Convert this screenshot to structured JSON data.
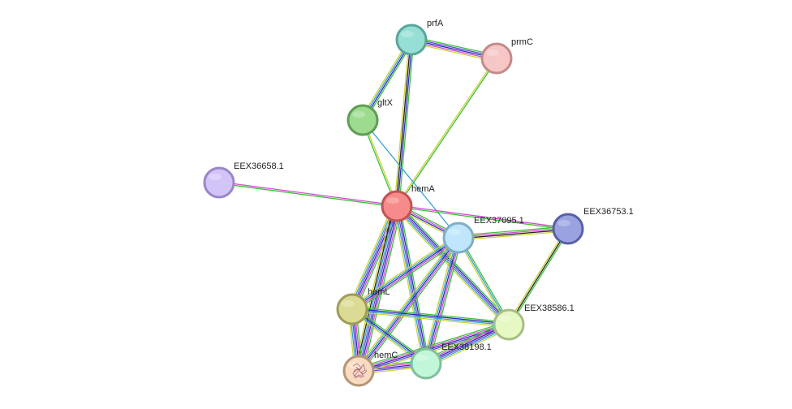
{
  "network": {
    "nodes": [
      {
        "id": "prfA",
        "label": "prfA",
        "fill": "#95dfd4",
        "stroke": "#5aa59b"
      },
      {
        "id": "prmC",
        "label": "prmC",
        "fill": "#f7c6c6",
        "stroke": "#c48a8a"
      },
      {
        "id": "gltX",
        "label": "gltX",
        "fill": "#9ddc8f",
        "stroke": "#5e9d54"
      },
      {
        "id": "EEX36658.1",
        "label": "EEX36658.1",
        "fill": "#d3c4f8",
        "stroke": "#9a86c8"
      },
      {
        "id": "hemA",
        "label": "hemA",
        "fill": "#f78a8a",
        "stroke": "#c45252"
      },
      {
        "id": "EEX37095.1",
        "label": "EEX37095.1",
        "fill": "#bfe6fa",
        "stroke": "#7eaec7"
      },
      {
        "id": "EEX36753.1",
        "label": "EEX36753.1",
        "fill": "#9aa3e0",
        "stroke": "#5761a6"
      },
      {
        "id": "hemL",
        "label": "hemL",
        "fill": "#dcdb95",
        "stroke": "#9e9d56"
      },
      {
        "id": "EEX38586.1",
        "label": "EEX38586.1",
        "fill": "#e6f8c3",
        "stroke": "#a8bd84"
      },
      {
        "id": "EEX38198.1",
        "label": "EEX38198.1",
        "fill": "#c1f6d9",
        "stroke": "#80be9c"
      },
      {
        "id": "hemC",
        "label": "hemC",
        "fill": "#f8dcc2",
        "stroke": "#b49676",
        "has_structure": true
      }
    ],
    "edges": [
      {
        "a": "prfA",
        "b": "prmC",
        "colors": [
          "#3dbf3d",
          "#6b4ad4",
          "#2a2ab8",
          "#d24fd2",
          "#c8d33a"
        ]
      },
      {
        "a": "prfA",
        "b": "gltX",
        "colors": [
          "#3dbf3d",
          "#2a2ab8",
          "#3aa0d4",
          "#c8d33a"
        ]
      },
      {
        "a": "prfA",
        "b": "hemA",
        "colors": [
          "#3dbf3d",
          "#2a2ab8",
          "#222222",
          "#c8d33a"
        ]
      },
      {
        "a": "prmC",
        "b": "hemA",
        "colors": [
          "#3dbf3d",
          "#c8d33a"
        ]
      },
      {
        "a": "gltX",
        "b": "hemA",
        "colors": [
          "#c8d33a",
          "#3dbf3d"
        ]
      },
      {
        "a": "gltX",
        "b": "EEX37095.1",
        "colors": [
          "#3aa0d4"
        ]
      },
      {
        "a": "EEX36658.1",
        "b": "hemA",
        "colors": [
          "#d24fd2",
          "#3dbf3d"
        ]
      },
      {
        "a": "hemA",
        "b": "EEX36753.1",
        "colors": [
          "#d24fd2",
          "#3dbf3d"
        ]
      },
      {
        "a": "hemA",
        "b": "EEX37095.1",
        "colors": [
          "#3dbf3d",
          "#d24fd2",
          "#2a2ab8",
          "#c8d33a"
        ]
      },
      {
        "a": "hemA",
        "b": "hemL",
        "colors": [
          "#3dbf3d",
          "#d24fd2",
          "#2a2ab8",
          "#6b4ad4",
          "#3aa0d4",
          "#c8d33a"
        ]
      },
      {
        "a": "hemA",
        "b": "hemC",
        "colors": [
          "#3dbf3d",
          "#d24fd2",
          "#2a2ab8",
          "#6b4ad4",
          "#3aa0d4",
          "#222222",
          "#c8d33a"
        ]
      },
      {
        "a": "hemA",
        "b": "EEX38198.1",
        "colors": [
          "#3dbf3d",
          "#2a2ab8",
          "#6b4ad4",
          "#3aa0d4",
          "#c8d33a"
        ]
      },
      {
        "a": "hemA",
        "b": "EEX38586.1",
        "colors": [
          "#3dbf3d",
          "#2a2ab8",
          "#6b4ad4",
          "#3aa0d4",
          "#c8d33a"
        ]
      },
      {
        "a": "EEX37095.1",
        "b": "EEX36753.1",
        "colors": [
          "#3dbf3d",
          "#d24fd2",
          "#222222",
          "#c8d33a"
        ]
      },
      {
        "a": "EEX37095.1",
        "b": "hemL",
        "colors": [
          "#3dbf3d",
          "#d24fd2",
          "#2a2ab8",
          "#3aa0d4",
          "#c8d33a"
        ]
      },
      {
        "a": "EEX37095.1",
        "b": "hemC",
        "colors": [
          "#3dbf3d",
          "#d24fd2",
          "#2a2ab8",
          "#3aa0d4",
          "#c8d33a"
        ]
      },
      {
        "a": "EEX37095.1",
        "b": "EEX38198.1",
        "colors": [
          "#3dbf3d",
          "#d24fd2",
          "#2a2ab8",
          "#3aa0d4",
          "#c8d33a"
        ]
      },
      {
        "a": "EEX37095.1",
        "b": "EEX38586.1",
        "colors": [
          "#3dbf3d",
          "#3aa0d4",
          "#c8d33a"
        ]
      },
      {
        "a": "EEX36753.1",
        "b": "EEX38586.1",
        "colors": [
          "#3dbf3d",
          "#222222",
          "#c8d33a"
        ]
      },
      {
        "a": "hemL",
        "b": "hemC",
        "colors": [
          "#3dbf3d",
          "#d24fd2",
          "#2a2ab8",
          "#6b4ad4",
          "#3aa0d4",
          "#c8d33a"
        ]
      },
      {
        "a": "hemL",
        "b": "EEX38198.1",
        "colors": [
          "#3dbf3d",
          "#2a2ab8",
          "#3aa0d4",
          "#c8d33a"
        ]
      },
      {
        "a": "hemL",
        "b": "EEX38586.1",
        "colors": [
          "#3dbf3d",
          "#2a2ab8",
          "#3aa0d4",
          "#c8d33a"
        ]
      },
      {
        "a": "hemC",
        "b": "EEX38198.1",
        "colors": [
          "#3dbf3d",
          "#d24fd2",
          "#2a2ab8",
          "#6b4ad4",
          "#c8d33a"
        ]
      },
      {
        "a": "hemC",
        "b": "EEX38586.1",
        "colors": [
          "#3dbf3d",
          "#d24fd2",
          "#2a2ab8",
          "#6b4ad4",
          "#c8d33a"
        ]
      },
      {
        "a": "EEX38198.1",
        "b": "EEX38586.1",
        "colors": [
          "#3dbf3d",
          "#d24fd2",
          "#2a2ab8",
          "#6b4ad4",
          "#3aa0d4",
          "#c8d33a"
        ]
      }
    ]
  }
}
